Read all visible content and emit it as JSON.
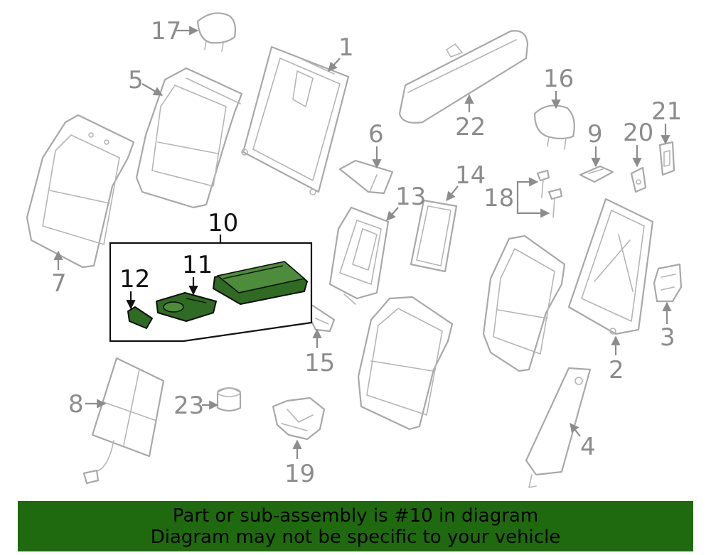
{
  "labels": {
    "p1": "1",
    "p2": "2",
    "p3": "3",
    "p4": "4",
    "p5": "5",
    "p6": "6",
    "p7": "7",
    "p8": "8",
    "p9": "9",
    "p10": "10",
    "p11": "11",
    "p12": "12",
    "p13": "13",
    "p14": "14",
    "p15": "15",
    "p16": "16",
    "p17": "17",
    "p18": "18",
    "p19": "19",
    "p20": "20",
    "p21": "21",
    "p22": "22",
    "p23": "23"
  },
  "banner": {
    "line1": "Part or sub-assembly is #10 in diagram",
    "line2": "Diagram may not be specific to your vehicle"
  },
  "colors": {
    "highlight": "#2f6b22",
    "banner_bg": "#1f6a0f",
    "part_outline": "#a8a8a8"
  }
}
